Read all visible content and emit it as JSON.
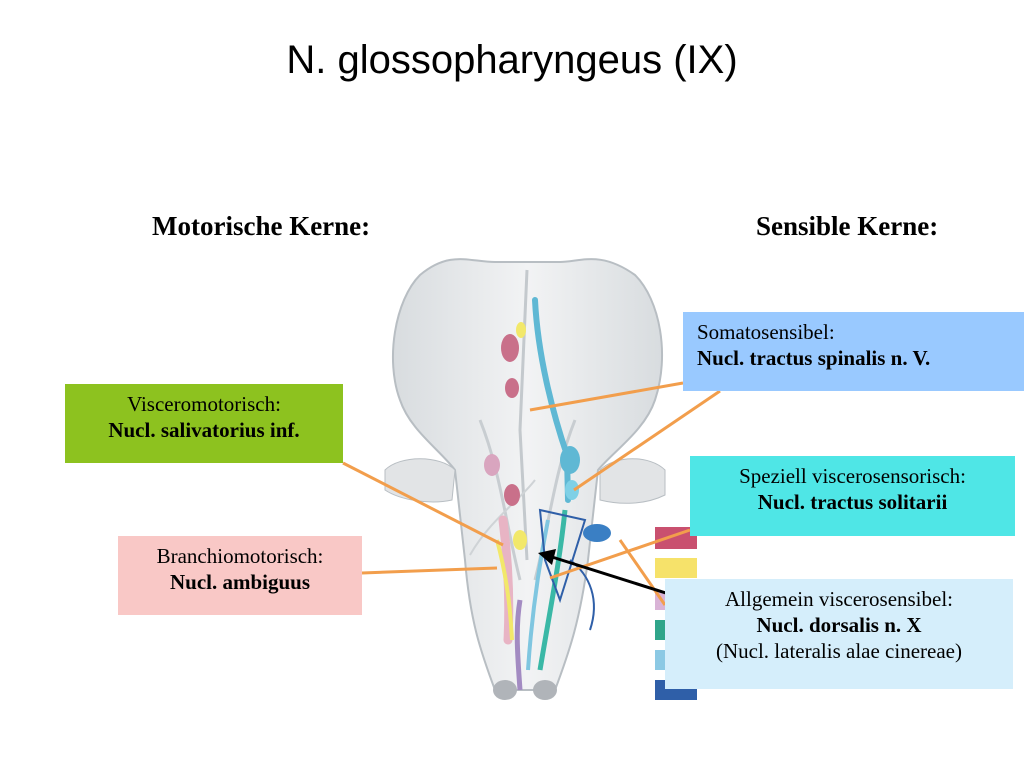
{
  "title": "N. glossopharyngeus (IX)",
  "headings": {
    "motor": "Motorische Kerne:",
    "sensory": "Sensible Kerne:"
  },
  "labels": {
    "visceromotor": {
      "line1": "Visceromotorisch:",
      "line2": "Nucl. salivatorius inf.",
      "color": "#8dc21f"
    },
    "branchiomotor": {
      "line1": "Branchiomotorisch:",
      "line2": "Nucl. ambiguus",
      "color": "#f9c8c6"
    },
    "somatosensory": {
      "line1": "Somatosensibel:",
      "line2": "Nucl. tractus spinalis n. V.",
      "color": "#99c9ff"
    },
    "special_viscerosensory": {
      "line1": "Speziell viscerosensorisch:",
      "line2": "Nucl. tractus solitarii",
      "color": "#4fe6e6"
    },
    "general_viscerosensory": {
      "line1": "Allgemein viscerosensibel:",
      "line2": "Nucl. dorsalis  n. X",
      "line3": "(Nucl. lateralis alae cinereae)",
      "color": "#d5eefb"
    }
  },
  "colors": {
    "leader_line": "#f29e4c",
    "arrow": "#000000"
  }
}
